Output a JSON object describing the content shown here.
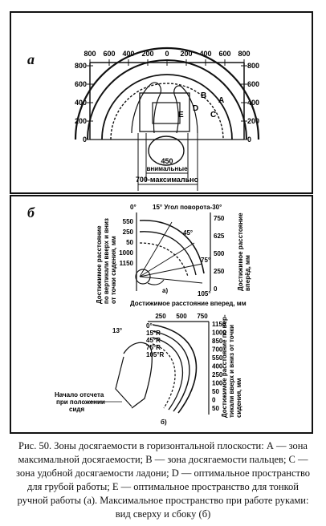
{
  "panel_a": {
    "letter": "а",
    "top_ticks": [
      "800",
      "600",
      "400",
      "200",
      "0",
      "200",
      "400",
      "600",
      "800"
    ],
    "side_ticks": [
      "800",
      "600",
      "400",
      "200",
      "0"
    ],
    "zones": [
      "A",
      "B",
      "C",
      "D",
      "E"
    ],
    "dim_inner_value": "450",
    "dim_inner_label": "внимальные",
    "dim_outer": "700-максимально"
  },
  "panel_b": {
    "letter": "б",
    "top_view": {
      "angle_left": "0°",
      "angle_title": "15° Угол поворота-30°",
      "angle_45": "45°",
      "angle_75": "75°",
      "angle_105": "105°",
      "left_ticks": [
        "550",
        "250",
        "50",
        "1000",
        "1150"
      ],
      "right_ticks": [
        "750",
        "625",
        "500",
        "250",
        "0"
      ],
      "left_axis_label": "Достижимое расстояние по вертикали вверх и вниз от точки сидения, мм",
      "right_axis_label": "Достижимое расстояние вперёд, мм",
      "sublabel": "а)",
      "bottom_label": "Достижимое расстояние вперед, мм"
    },
    "side_view": {
      "top_ticks": [
        "250",
        "500",
        "750"
      ],
      "angle_labels": [
        "0°",
        "15°R",
        "45°R",
        "75°R",
        "105°R"
      ],
      "left_angle": "13°",
      "right_ticks": [
        "1150",
        "1000",
        "850",
        "700",
        "550",
        "400",
        "250",
        "100",
        "50",
        "0",
        "50"
      ],
      "right_axis_label": "Достижимое расстояние по вертикали вверх и вниз от точки сидения, мм",
      "origin_label_1": "Начало отсчета",
      "origin_label_2": "при положении",
      "origin_label_3": "сидя",
      "sublabel": "б)"
    }
  },
  "caption": "Рис. 50. Зоны досягаемости в горизонтальной плоскости: А — зона максимальной досягаемости; В — зона досягаемости пальцев; С — зона удобной досягаемости ладони; D — оптимальное пространство для грубой работы; Е — оптимальное пространство для тонкой ручной работы (а). Максимальное пространство при работе руками: вид сверху и сбоку (б)"
}
